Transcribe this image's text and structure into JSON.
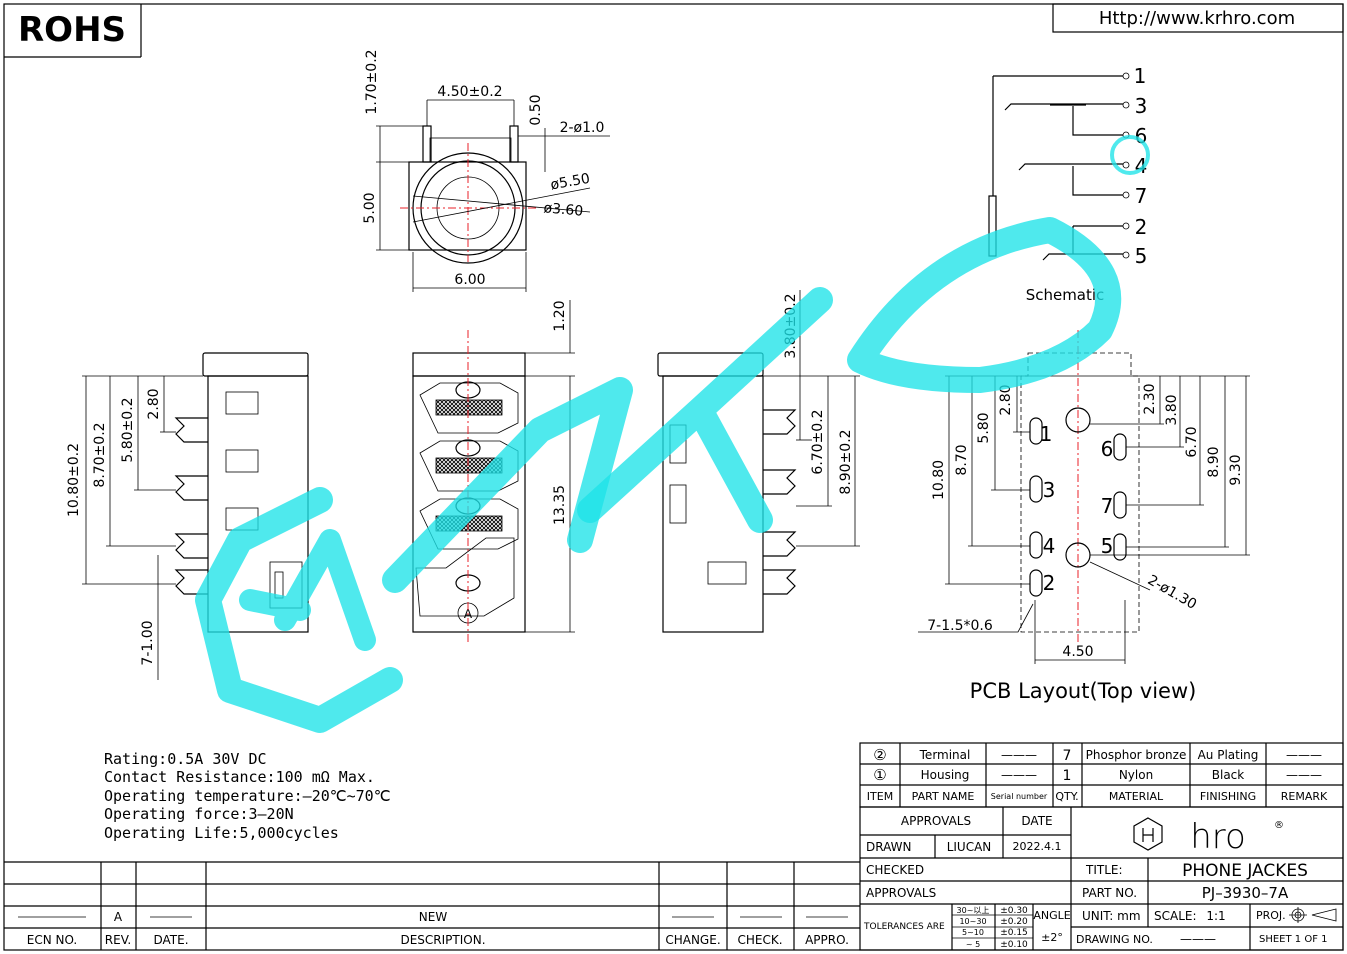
{
  "header": {
    "rohs": "ROHS",
    "url": "Http://www.krhro.com"
  },
  "dims": {
    "top": {
      "d1": "1.70±0.2",
      "d2": "4.50±0.2",
      "d3": "0.50",
      "d4": "2-ø1.0",
      "d5": "ø5.50",
      "d6": "ø3.60",
      "d7": "5.00",
      "d8": "6.00"
    },
    "left": {
      "d1": "10.80±0.2",
      "d2": "8.70±0.2",
      "d3": "5.80±0.2",
      "d4": "2.80",
      "d5": "7-1.00"
    },
    "mid": {
      "d1": "1.20",
      "d2": "13.35"
    },
    "right": {
      "d1": "3.80±0.2",
      "d2": "6.70±0.2",
      "d3": "8.90±0.2"
    },
    "pcb": {
      "d1": "10.80",
      "d2": "8.70",
      "d3": "5.80",
      "d4": "2.80",
      "d5": "2.30",
      "d6": "3.80",
      "d7": "6.70",
      "d8": "8.90",
      "d9": "9.30",
      "d10": "2-ø1.30",
      "d11": "7-1.5*0.6",
      "d12": "4.50"
    }
  },
  "schematic": {
    "label": "Schematic",
    "pins": [
      "1",
      "3",
      "6",
      "4",
      "7",
      "2",
      "5"
    ]
  },
  "pcb_layout": {
    "title": "PCB  Layout(Top  view)",
    "pads": [
      "1",
      "3",
      "4",
      "2",
      "6",
      "7",
      "5"
    ]
  },
  "specs": [
    "Rating:0.5A  30V  DC",
    "Contact  Resistance:100  mΩ  Max.",
    "Operating  temperature:–20℃~70℃",
    "Operating  force:3–20N",
    "Operating  Life:5,000cycles"
  ],
  "revision": {
    "rows": [
      {
        "rev": "A",
        "desc": "NEW"
      }
    ],
    "headers": {
      "ecn": "ECN NO.",
      "rev": "REV.",
      "date": "DATE.",
      "desc": "DESCRIPTION.",
      "change": "CHANGE.",
      "check": "CHECK.",
      "appro": "APPRO."
    }
  },
  "bom": {
    "rows": [
      {
        "item": "②",
        "part": "Terminal",
        "serial": "———",
        "qty": "7",
        "material": "Phosphor bronze",
        "finishing": "Au Plating",
        "remark": "———"
      },
      {
        "item": "①",
        "part": "Housing",
        "serial": "———",
        "qty": "1",
        "material": "Nylon",
        "finishing": "Black",
        "remark": "———"
      }
    ],
    "headers": {
      "item": "ITEM",
      "part": "PART NAME",
      "serial": "Serial number",
      "qty": "QTY.",
      "material": "MATERIAL",
      "finishing": "FINISHING",
      "remark": "REMARK"
    }
  },
  "titleblock": {
    "approvals": "APPROVALS",
    "date": "DATE",
    "drawn": "DRAWN",
    "drawn_by": "LIUCAN",
    "drawn_date": "2022.4.1",
    "checked": "CHECKED",
    "approvals2": "APPROVALS",
    "logo": "hro",
    "title_label": "TITLE:",
    "title": "PHONE JACKES",
    "partno_label": "PART NO.",
    "partno": "PJ–3930–7A",
    "tolerances": "TOLERANCES ARE",
    "tol_ranges": [
      "30~以上",
      "10~30",
      "5~10",
      "~ 5"
    ],
    "tol_values": [
      "±0.30",
      "±0.20",
      "±0.15",
      "±0.10"
    ],
    "angle": "ANGLE",
    "angle_val": "±2°",
    "unit": "UNIT: mm",
    "scale_label": "SCALE:",
    "scale": "1:1",
    "proj": "PROJ.",
    "drawing_no": "DRAWING NO.",
    "drawing_no_val": "———",
    "sheet": "SHEET   1  OF  1"
  },
  "colors": {
    "watermark": "#1ee3e8",
    "centerline": "#e8202a"
  }
}
